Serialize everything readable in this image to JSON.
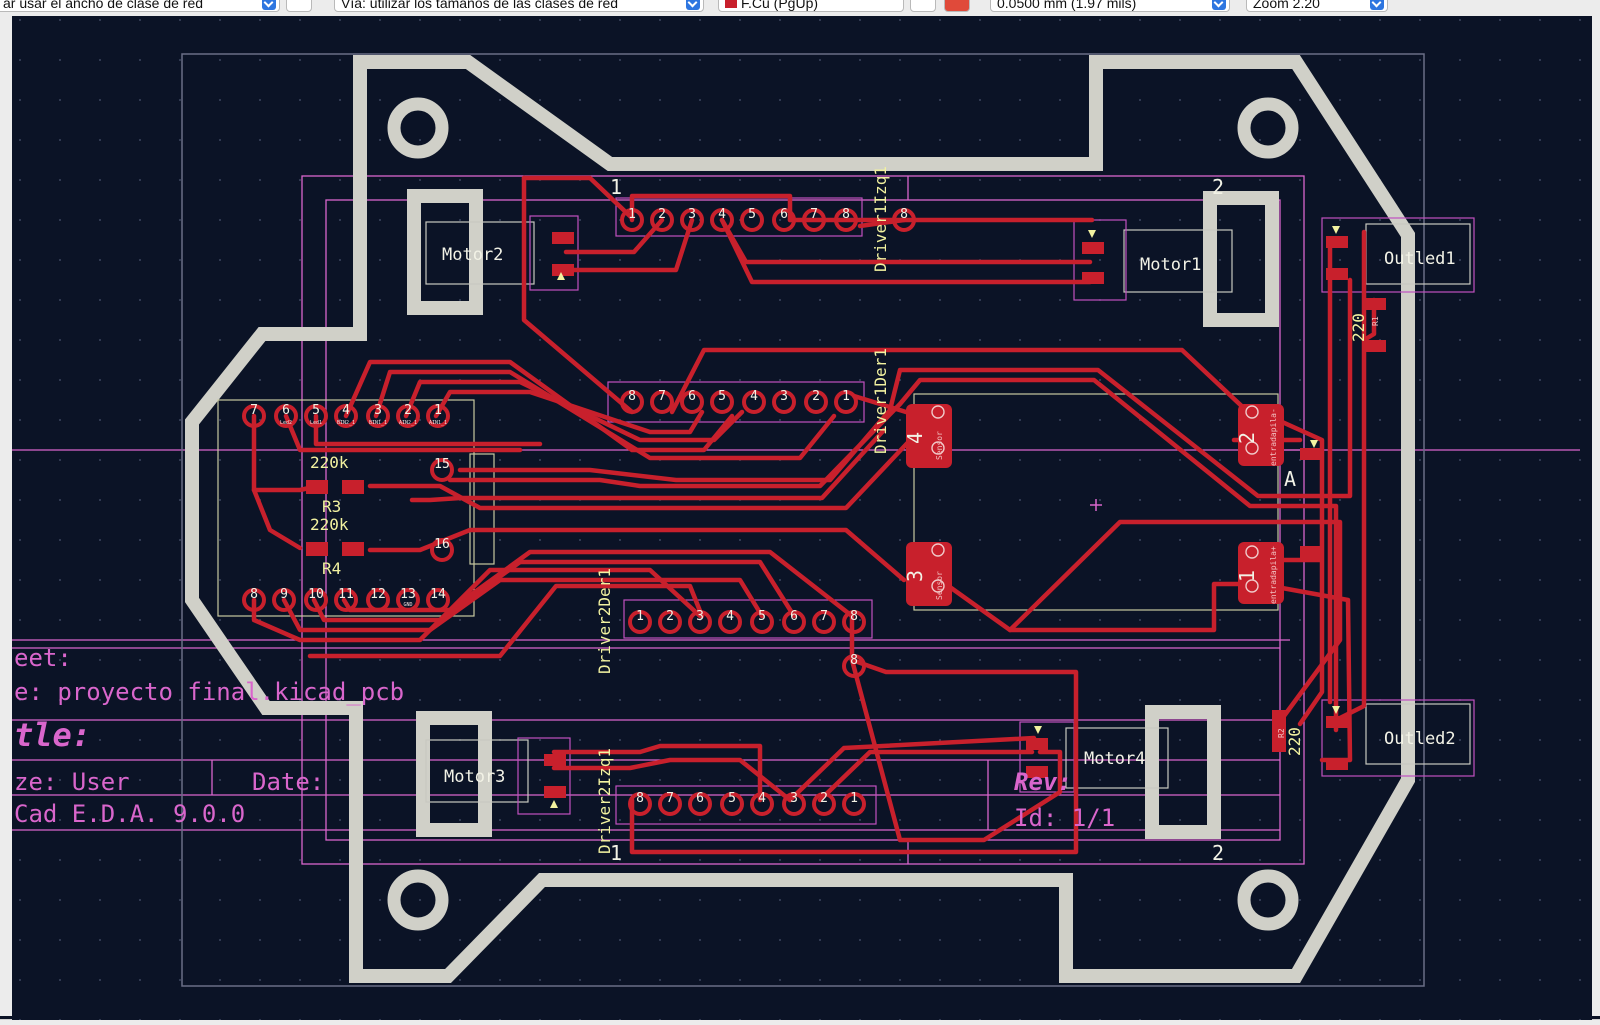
{
  "toolbar": {
    "track_width": "ar usar el ancho de clase de red",
    "via_size": "Vía: utilizar los tamaños de las clases de red",
    "layer": "F.Cu (PgUp)",
    "grid": "0.0500 mm (1.97 mils)",
    "zoom": "Zoom 2.20"
  },
  "title_block": {
    "sheet": "eet:",
    "file": "e: proyecto final.kicad_pcb",
    "title": "tle:",
    "size": "ze: User",
    "date": "Date:",
    "kicad": "Cad E.D.A. 9.0.0",
    "rev": "Rev:",
    "id": "Id: 1/1"
  },
  "components": {
    "motor1": "Motor1",
    "motor2": "Motor2",
    "motor3": "Motor3",
    "motor4": "Motor4",
    "outled1": "Outled1",
    "outled2": "Outled2",
    "driver1_izq": "Driver1Izq1",
    "driver1_der": "Driver1Der1",
    "driver2_der": "Driver2Der1",
    "driver2_izq": "Driver2Izq1",
    "r3": "R3",
    "r4": "R4",
    "r1": "R1",
    "r2": "R2",
    "r220k_a": "220k",
    "r220k_b": "220k",
    "r220_a": "220",
    "r220_b": "220",
    "sensor": "Sensor",
    "entrada_pila_pos": "entradapila+",
    "entrada_pila_neg": "entradapila-"
  },
  "sheet_markers": {
    "col1_top": "1",
    "col2_top": "2",
    "col1_bottom": "1",
    "col2_bottom": "2",
    "row_a": "A"
  },
  "pad_numbers": {
    "driver_top": [
      "1",
      "2",
      "3",
      "4",
      "5",
      "6",
      "7",
      "8"
    ],
    "driver_mid": [
      "8",
      "7",
      "6",
      "5",
      "4",
      "3",
      "2",
      "1"
    ],
    "driver_low": [
      "1",
      "2",
      "3",
      "4",
      "5",
      "6",
      "7",
      "8"
    ],
    "driver_bot": [
      "8",
      "7",
      "6",
      "5",
      "4",
      "3",
      "2",
      "1"
    ],
    "ic_top": [
      "7",
      "6",
      "5",
      "4",
      "3",
      "2",
      "1"
    ],
    "ic_bot": [
      "8",
      "9",
      "10",
      "11",
      "12",
      "13",
      "14"
    ],
    "extra_8": "8",
    "extra_15": "15",
    "extra_16": "16",
    "sensor_4": "4",
    "sensor_3": "3",
    "pila_2": "2",
    "pila_1": "1"
  },
  "pad_nets": {
    "led2": "Led2",
    "led1": "Led1",
    "bin2_1": "BIN2_1",
    "bin1_1": "BIN1_1",
    "ain2_1": "AIN2_1",
    "ain1_1": "AIN1_1",
    "gnd": "GND"
  },
  "colors": {
    "background": "#0b1326",
    "copper": "#c8202c",
    "edge_cuts": "#d0d0c8",
    "silkscreen": "#f2f2a0",
    "courtyard": "#c050c0",
    "sheet_border": "#d966cc",
    "fab": "#c8c8c0"
  },
  "icons": [
    "grid-icon",
    "layer-color-icon",
    "cursor-icon"
  ]
}
